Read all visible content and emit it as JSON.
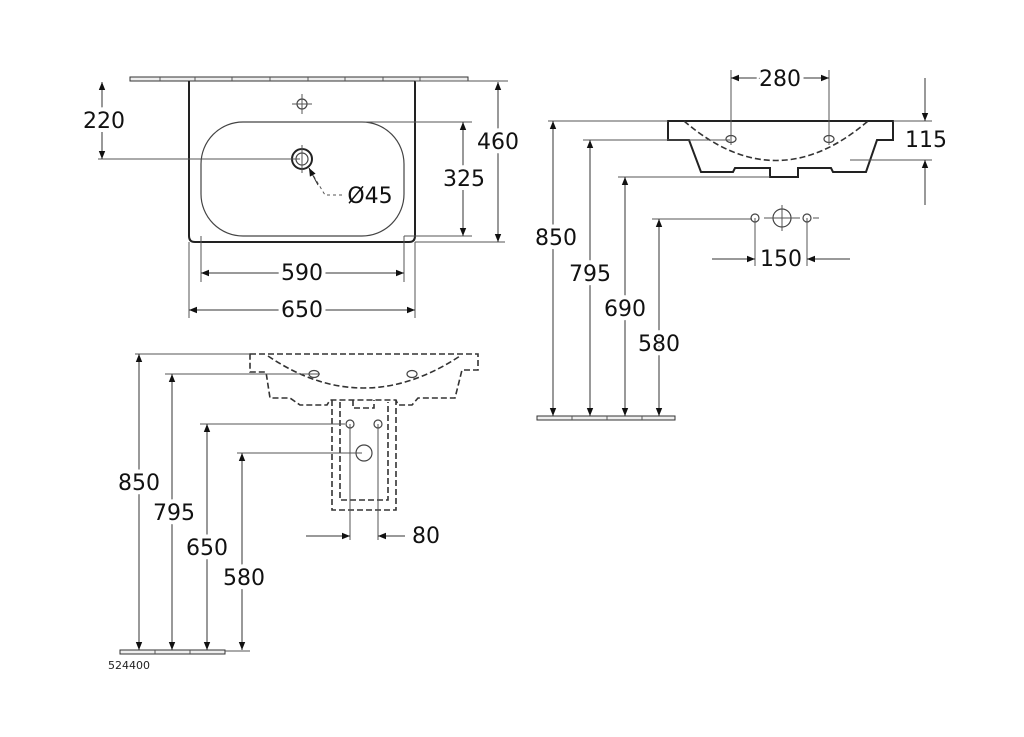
{
  "top_view": {
    "dim_tap_offset": "220",
    "dim_depth": "460",
    "dim_bowl_depth": "325",
    "dim_drain_diameter": "Ø45",
    "dim_bowl_width": "590",
    "dim_width": "650"
  },
  "front_view": {
    "dim_height_top": "850",
    "dim_height_hole": "795",
    "dim_height_supply": "650",
    "dim_height_drain": "580",
    "dim_supply_spacing": "80",
    "article_number": "524400"
  },
  "side_view": {
    "dim_tap_spacing": "280",
    "dim_basin_height": "115",
    "dim_height_top": "850",
    "dim_height_hole": "795",
    "dim_height_underside": "690",
    "dim_height_drain": "580",
    "dim_supply_spacing": "150"
  }
}
